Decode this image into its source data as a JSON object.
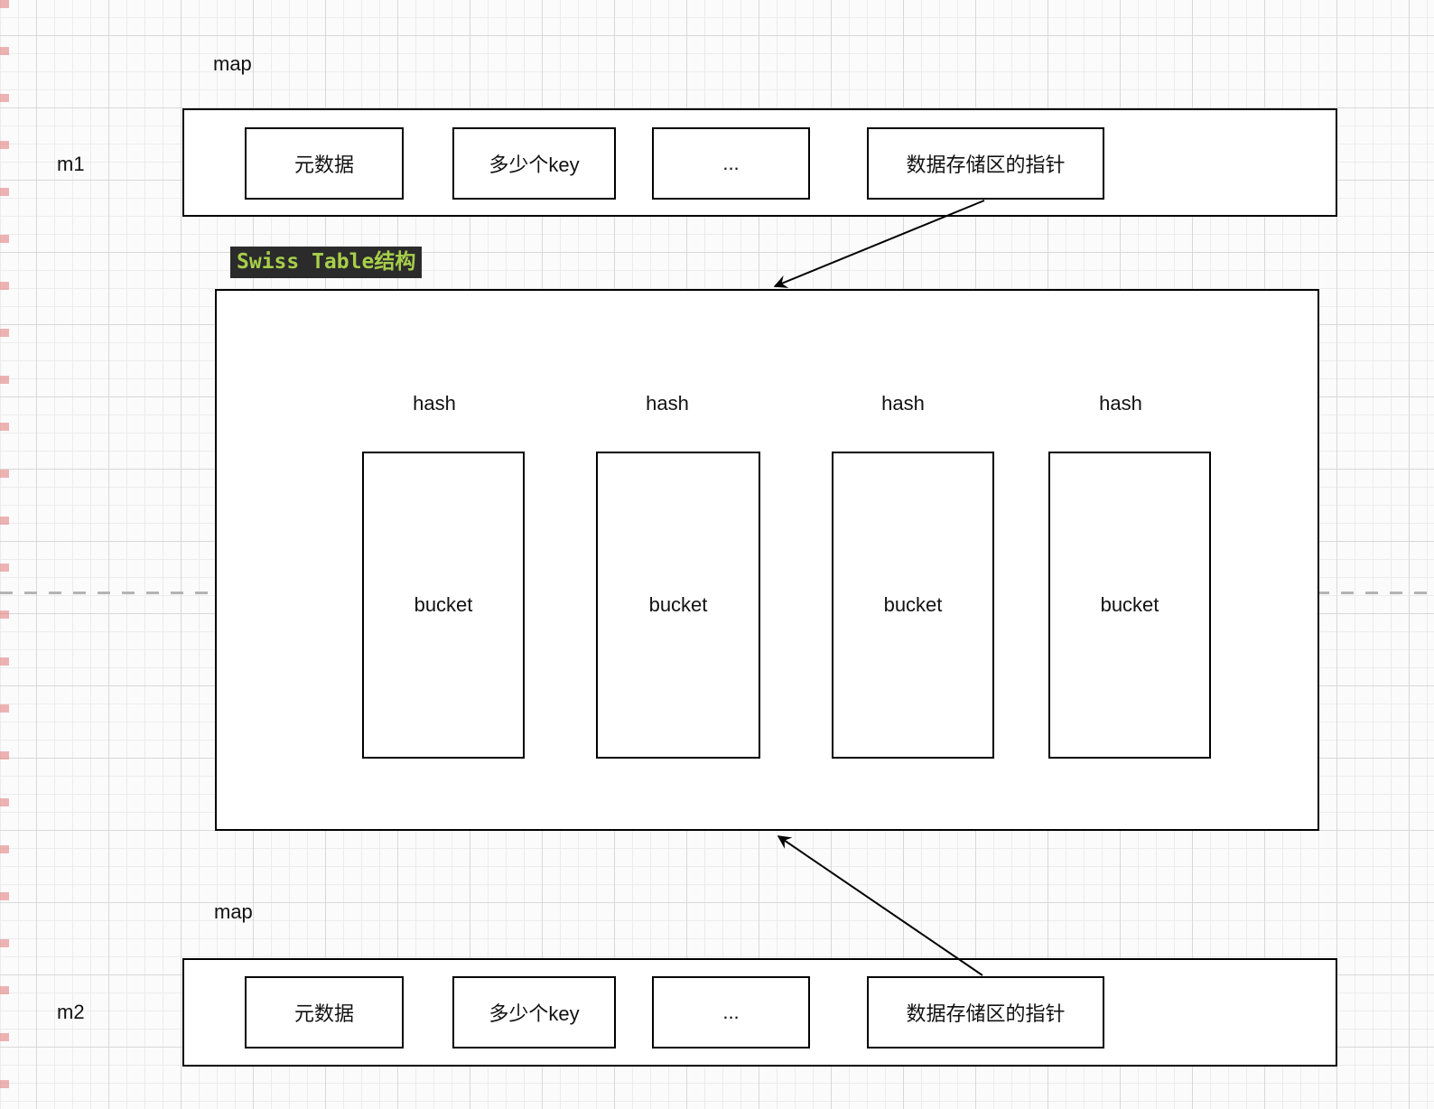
{
  "canvas_labels": {
    "map_top": "map",
    "m1": "m1",
    "map_bottom": "map",
    "m2": "m2"
  },
  "swiss_title": "Swiss Table结构",
  "m1": {
    "fields": [
      "元数据",
      "多少个key",
      "...",
      "数据存储区的指针"
    ]
  },
  "m2": {
    "fields": [
      "元数据",
      "多少个key",
      "...",
      "数据存储区的指针"
    ]
  },
  "swiss_table": {
    "columns": [
      {
        "hash": "hash",
        "bucket": "bucket"
      },
      {
        "hash": "hash",
        "bucket": "bucket"
      },
      {
        "hash": "hash",
        "bucket": "bucket"
      },
      {
        "hash": "hash",
        "bucket": "bucket"
      }
    ]
  },
  "colors": {
    "canvas_bg": "#fbfbfb",
    "grid_minor": "#ececec",
    "grid_major": "#d8d8d8",
    "shape_fill": "#ffffff",
    "shape_border": "#000000",
    "title_bg": "#2b2b2b",
    "title_text": "#a7cf4a",
    "dashed_guide": "#b4b4b4",
    "arrow": "#000000"
  }
}
